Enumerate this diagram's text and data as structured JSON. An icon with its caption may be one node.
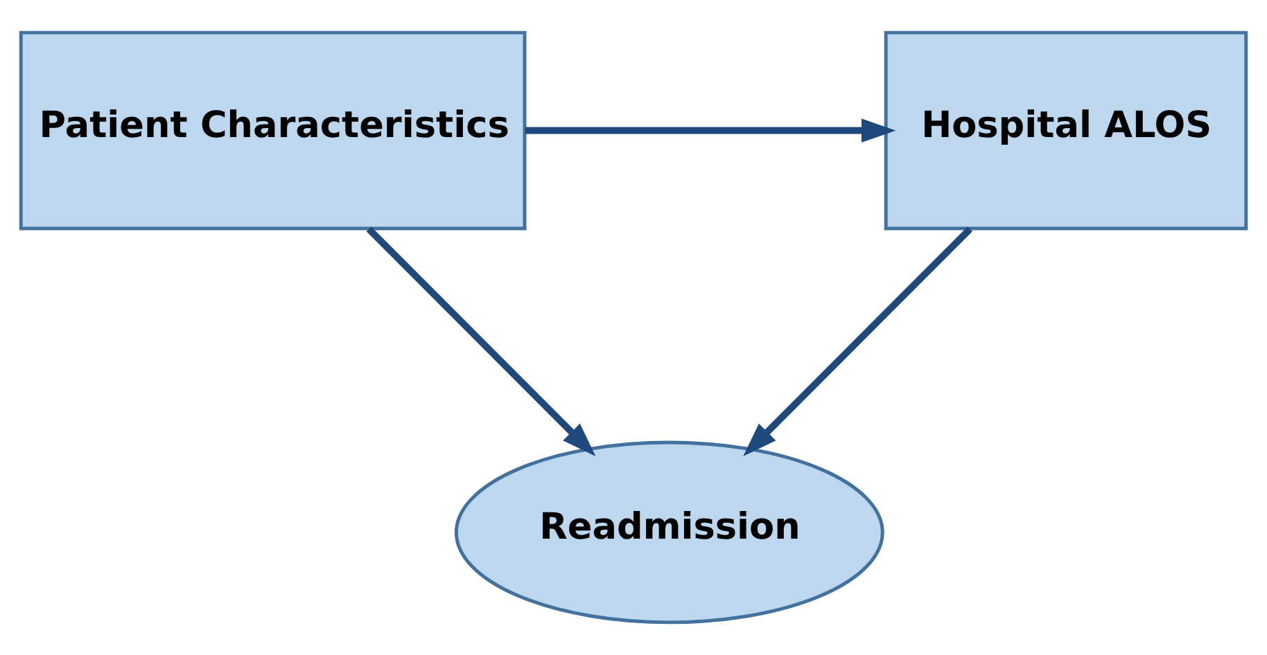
{
  "diagram": {
    "nodes": [
      {
        "text": [
          "Readmission"
        ]
      },
      {
        "text": [
          "Patient Characteristics"
        ]
      },
      {
        "text": [
          "Hospital ALOS"
        ]
      }
    ],
    "edges": [
      {
        "from": 1,
        "to": 0,
        "arrow": "to"
      },
      {
        "from": 2,
        "to": 0,
        "arrow": "to"
      },
      {
        "from": 1,
        "to": 2,
        "arrow": "to"
      }
    ]
  }
}
